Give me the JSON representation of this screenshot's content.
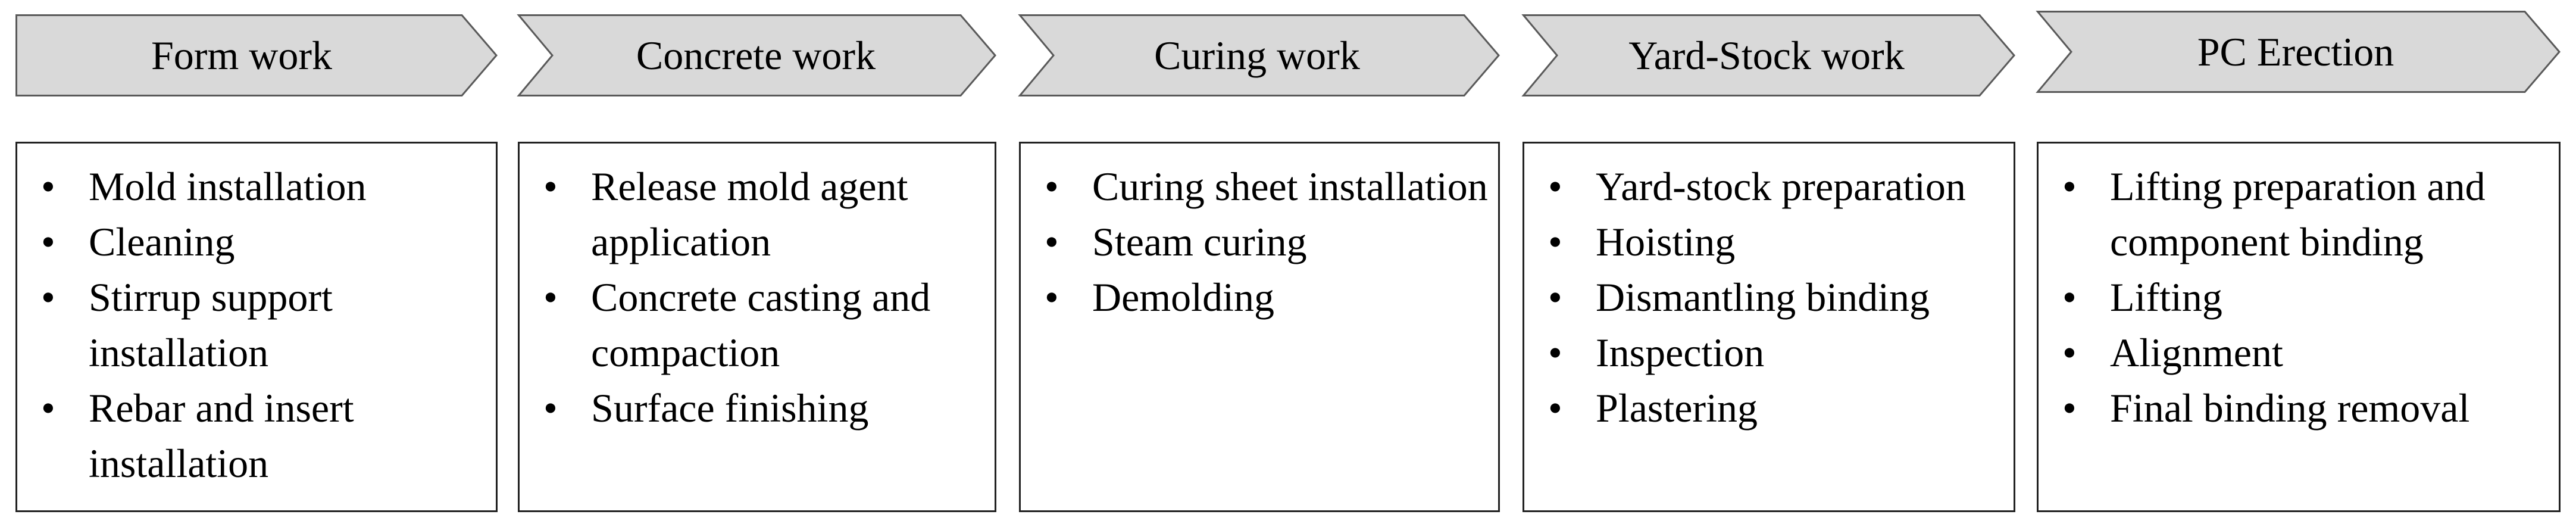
{
  "stages": [
    {
      "title": "Form work",
      "items": [
        "Mold installation",
        "Cleaning",
        "Stirrup support installation",
        "Rebar and insert installation"
      ]
    },
    {
      "title": "Concrete work",
      "items": [
        "Release mold agent application",
        "Concrete casting and compaction",
        "Surface finishing"
      ]
    },
    {
      "title": "Curing work",
      "items": [
        "Curing sheet installation",
        "Steam curing",
        "Demolding"
      ]
    },
    {
      "title": "Yard-Stock work",
      "items": [
        "Yard-stock preparation",
        "Hoisting",
        "Dismantling binding",
        "Inspection",
        "Plastering"
      ]
    },
    {
      "title": "PC Erection",
      "items": [
        "Lifting preparation and component binding",
        "Lifting",
        "Alignment",
        "Final binding removal"
      ]
    }
  ],
  "colors": {
    "chevron_fill": "#d9d9d9",
    "chevron_stroke": "#595959",
    "box_border": "#222222"
  }
}
